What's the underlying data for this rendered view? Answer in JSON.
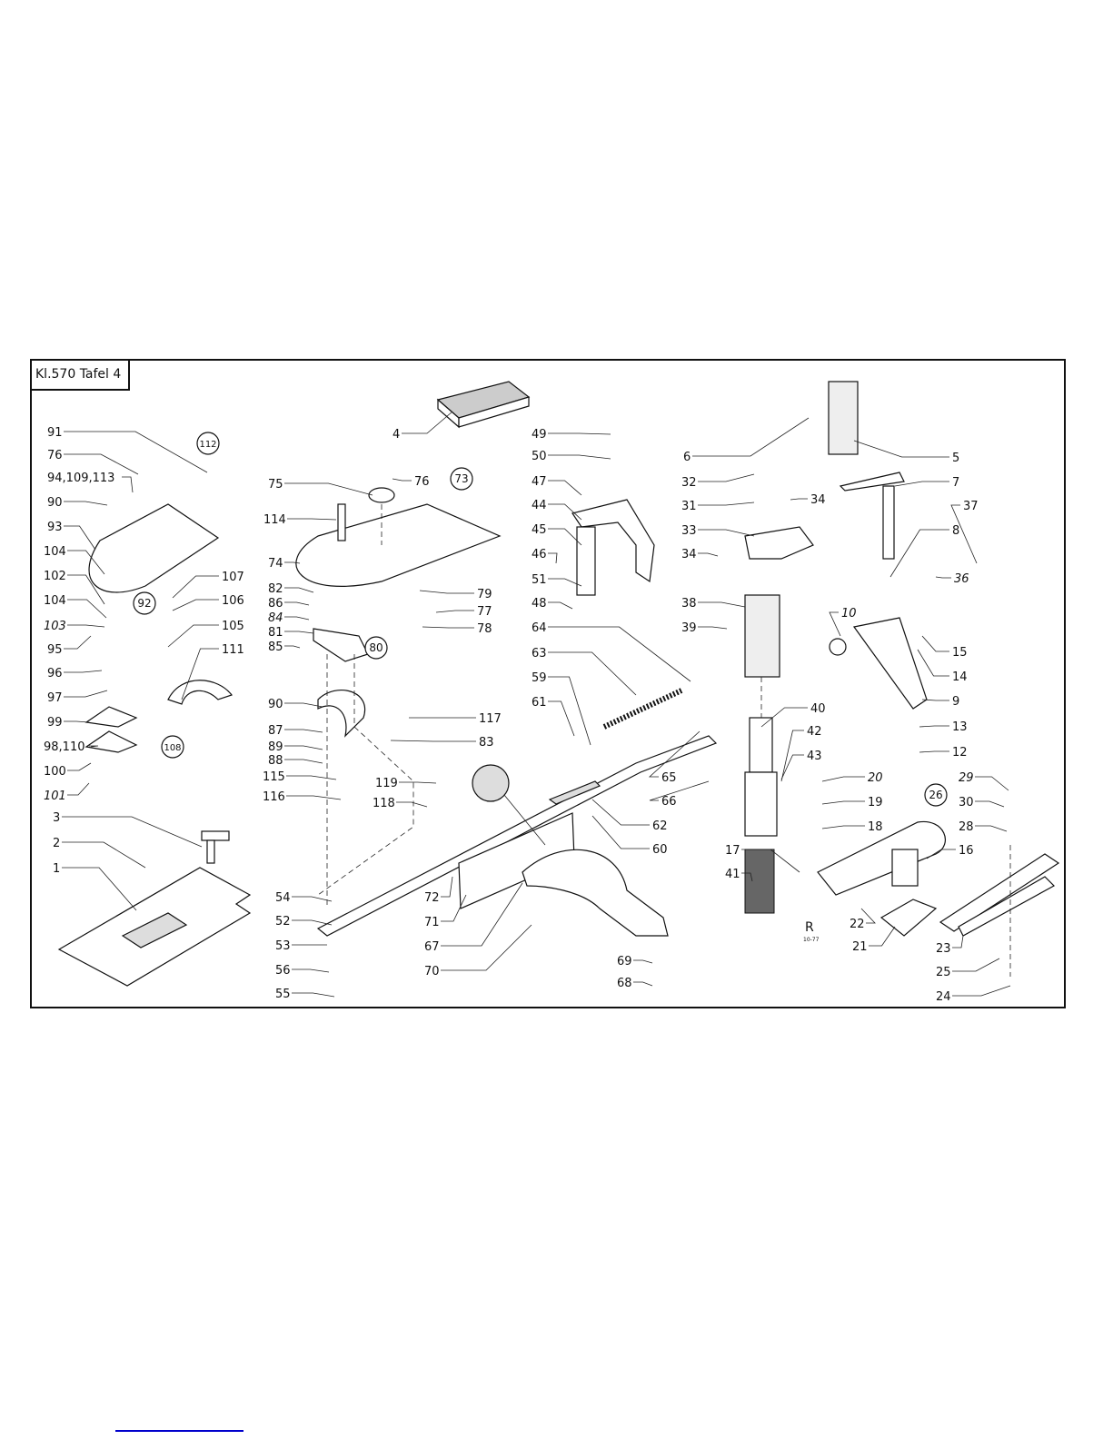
{
  "title": "Kl.570  Tafel 4",
  "revision_mark": "R",
  "revision_code": "10-77",
  "labels": [
    "91",
    "76",
    "94,109,113",
    "90",
    "93",
    "104",
    "102",
    "104",
    "103",
    "95",
    "96",
    "97",
    "99",
    "98,110",
    "100",
    "101",
    "3",
    "2",
    "1",
    "107",
    "106",
    "105",
    "111",
    "75",
    "76",
    "114",
    "74",
    "82",
    "86",
    "84",
    "81",
    "85",
    "90",
    "87",
    "89",
    "88",
    "115",
    "116",
    "79",
    "77",
    "78",
    "117",
    "83",
    "119",
    "118",
    "4",
    "54",
    "52",
    "53",
    "56",
    "55",
    "72",
    "71",
    "67",
    "70",
    "69",
    "68",
    "49",
    "50",
    "47",
    "44",
    "45",
    "46",
    "51",
    "48",
    "64",
    "63",
    "59",
    "61",
    "65",
    "66",
    "62",
    "60",
    "6",
    "32",
    "31",
    "33",
    "34",
    "38",
    "39",
    "34",
    "5",
    "7",
    "37",
    "8",
    "36",
    "10",
    "15",
    "14",
    "9",
    "13",
    "12",
    "40",
    "42",
    "43",
    "20",
    "19",
    "18",
    "17",
    "16",
    "41",
    "29",
    "30",
    "28",
    "22",
    "21",
    "23",
    "25",
    "24"
  ],
  "circled_labels": [
    "112",
    "92",
    "108",
    "73",
    "80",
    "26"
  ]
}
